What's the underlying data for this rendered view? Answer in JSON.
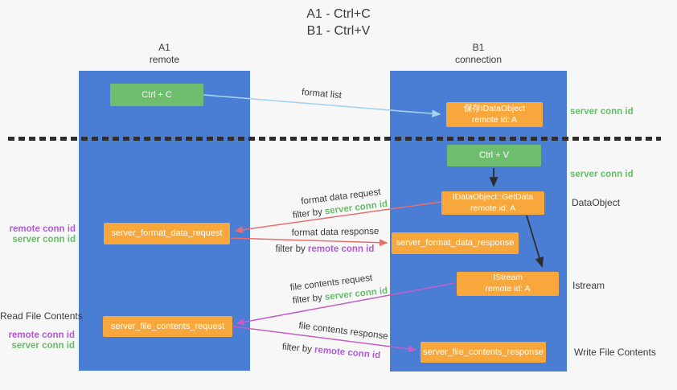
{
  "colors": {
    "column_blue": "#4a7dd4",
    "node_orange": "#f8a73d",
    "node_green": "#6fbe6f",
    "arrow_red": "#e66f6e",
    "arrow_magenta": "#c45ec6",
    "arrow_light_blue": "#a5d2f1",
    "arrow_black": "#2d2d2d",
    "text_green": "#67bd67",
    "text_purple": "#b25bd2",
    "text_dark": "#3a3a3a"
  },
  "title": {
    "line1": "A1 - Ctrl+C",
    "line2": "B1 - Ctrl+V"
  },
  "lanes": {
    "a1": {
      "name": "A1",
      "subtitle": "remote"
    },
    "b1": {
      "name": "B1",
      "subtitle": "connection"
    }
  },
  "nodes": {
    "ctrl_c": {
      "label": "Ctrl + C"
    },
    "save_idataobject": {
      "line1": "保存IDataObject",
      "line2": "remote id: A"
    },
    "ctrl_v": {
      "label": "Ctrl + V"
    },
    "getdata": {
      "line1": "IDataObject::GetData",
      "line2": "remote id: A"
    },
    "format_request": {
      "label": "server_format_data_request"
    },
    "format_response": {
      "label": "server_format_data_response"
    },
    "istream": {
      "line1": "IStream",
      "line2": "remote id: A"
    },
    "file_request": {
      "label": "server_file_contents_request"
    },
    "file_response": {
      "label": "server_file_contents_response"
    }
  },
  "flow_labels": {
    "format_list": "format list",
    "format_data_request": "format data request",
    "format_data_response": "format data response",
    "file_contents_request": "file contents request",
    "file_contents_response": "file contents response",
    "filter_by": "filter by ",
    "server_conn_id": "server conn id",
    "remote_conn_id": "remote conn id"
  },
  "side_labels": {
    "right_server_conn_id_1": "server conn id",
    "right_server_conn_id_2": "server conn id",
    "right_dataobject": "DataObject",
    "right_istream": "Istream",
    "right_write_file": "Write File Contents",
    "left_remote_conn_id_1": "remote conn id",
    "left_server_conn_id_1": "server conn id",
    "left_read_file": "Read File Contents",
    "left_remote_conn_id_2": "remote conn id",
    "left_server_conn_id_2": "server conn id"
  }
}
